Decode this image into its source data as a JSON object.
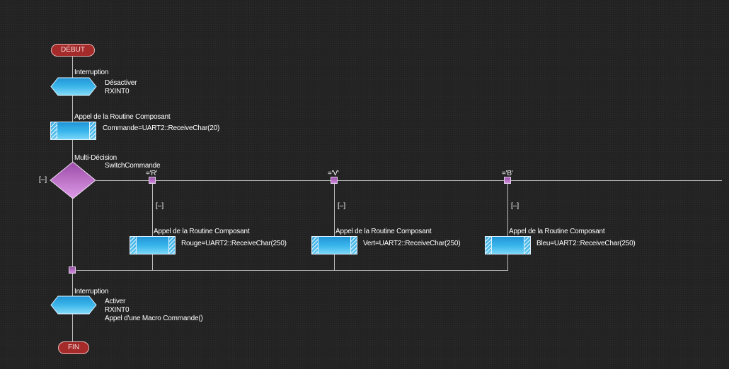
{
  "flowchart": {
    "start": {
      "label": "DÉBUT"
    },
    "end": {
      "label": "FIN"
    },
    "interrupt_disable": {
      "type_label": "Interruption",
      "lines": [
        "Désactiver",
        "RXINT0"
      ]
    },
    "call_main": {
      "type_label": "Appel de la Routine Composant",
      "expression": "Commande=UART2::ReceiveChar(20)"
    },
    "decision": {
      "type_label": "Multi-Décision",
      "variable": "SwitchCommande",
      "default_toggle": "[–]"
    },
    "branches": [
      {
        "case": "='R'",
        "toggle": "[–]",
        "type_label": "Appel de la Routine Composant",
        "expression": "Rouge=UART2::ReceiveChar(250)"
      },
      {
        "case": "='V'",
        "toggle": "[–]",
        "type_label": "Appel de la Routine Composant",
        "expression": "Vert=UART2::ReceiveChar(250)"
      },
      {
        "case": "='B'",
        "toggle": "[–]",
        "type_label": "Appel de la Routine Composant",
        "expression": "Bleu=UART2::ReceiveChar(250)"
      }
    ],
    "interrupt_enable": {
      "type_label": "Interruption",
      "lines": [
        "Activer",
        "RXINT0",
        "Appel d'une Macro Commande()"
      ]
    }
  },
  "colors": {
    "background": "#232323",
    "terminal": "#a52a2a",
    "process": "#3cb7ec",
    "decision": "#b866c8",
    "connector": "#bdbdbd"
  }
}
